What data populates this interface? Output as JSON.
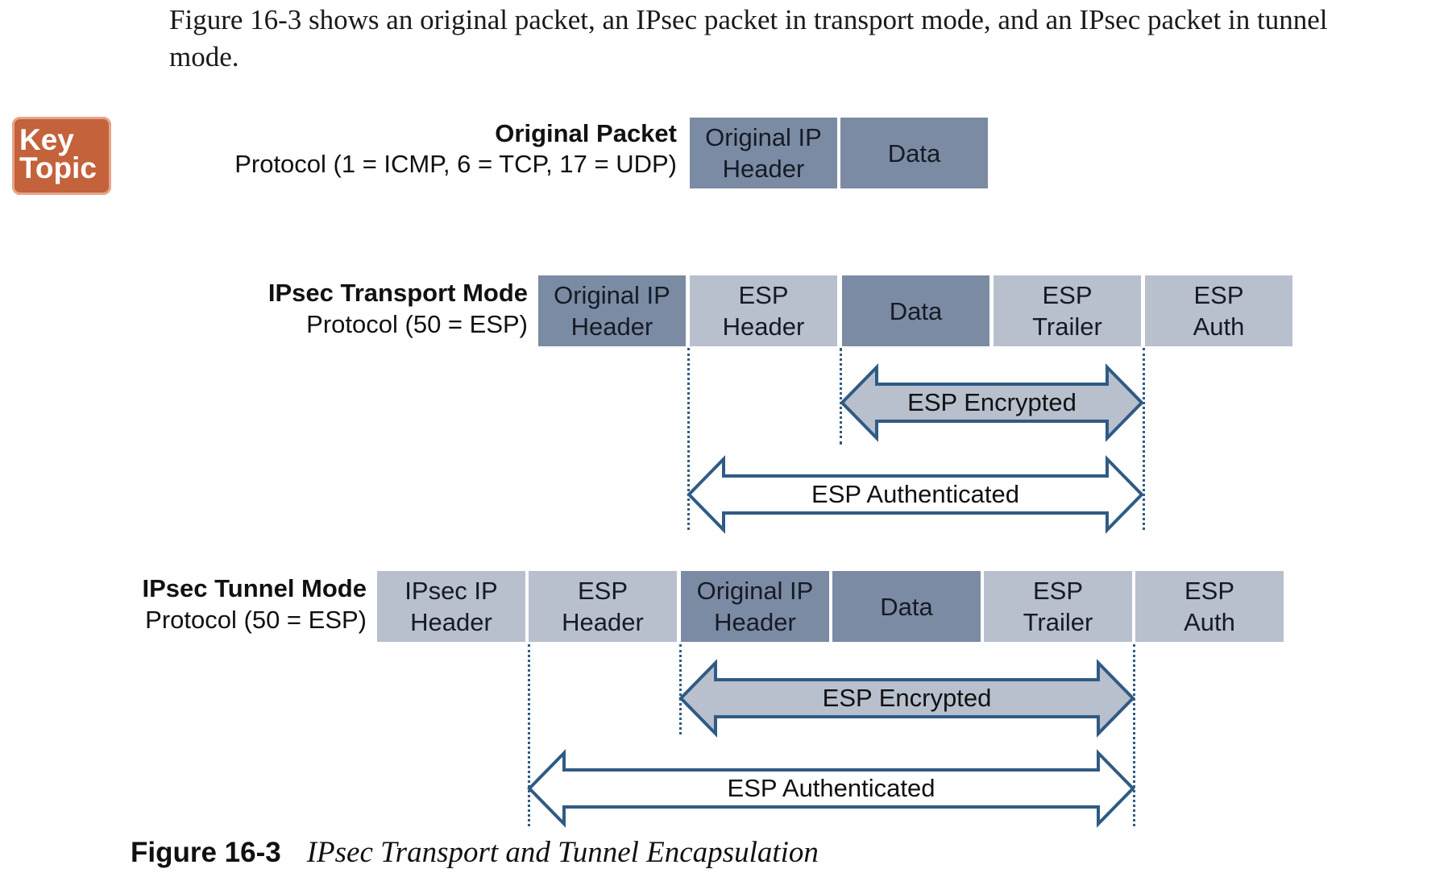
{
  "intro_text": "Figure 16-3 shows an original packet, an IPsec packet in transport mode, and an IPsec packet in tunnel mode.",
  "key_topic": {
    "line1": "Key",
    "line2": "Topic"
  },
  "colors": {
    "dark_field": "#7c8ba4",
    "light_field": "#b8bfcd",
    "arrow_outline": "#2f5b84",
    "encrypted_fill": "#b8bfcd",
    "key_topic_badge": "#c4623b"
  },
  "original_packet": {
    "title": "Original Packet",
    "subtitle": "Protocol (1 = ICMP, 6 = TCP, 17 = UDP)",
    "fields": [
      {
        "label": "Original IP\nHeader",
        "shade": "dark"
      },
      {
        "label": "Data",
        "shade": "dark"
      }
    ]
  },
  "transport_mode": {
    "title": "IPsec Transport Mode",
    "subtitle": "Protocol (50 = ESP)",
    "fields": [
      {
        "label": "Original IP\nHeader",
        "shade": "dark"
      },
      {
        "label": "ESP\nHeader",
        "shade": "light"
      },
      {
        "label": "Data",
        "shade": "dark"
      },
      {
        "label": "ESP\nTrailer",
        "shade": "light"
      },
      {
        "label": "ESP\nAuth",
        "shade": "light"
      }
    ],
    "encrypted_label": "ESP Encrypted",
    "authenticated_label": "ESP Authenticated"
  },
  "tunnel_mode": {
    "title": "IPsec Tunnel Mode",
    "subtitle": "Protocol (50 = ESP)",
    "fields": [
      {
        "label": "IPsec IP\nHeader",
        "shade": "light"
      },
      {
        "label": "ESP\nHeader",
        "shade": "light"
      },
      {
        "label": "Original IP\nHeader",
        "shade": "dark"
      },
      {
        "label": "Data",
        "shade": "dark"
      },
      {
        "label": "ESP\nTrailer",
        "shade": "light"
      },
      {
        "label": "ESP\nAuth",
        "shade": "light"
      }
    ],
    "encrypted_label": "ESP Encrypted",
    "authenticated_label": "ESP Authenticated"
  },
  "caption": {
    "number": "Figure 16-3",
    "text": "IPsec Transport and Tunnel Encapsulation"
  }
}
